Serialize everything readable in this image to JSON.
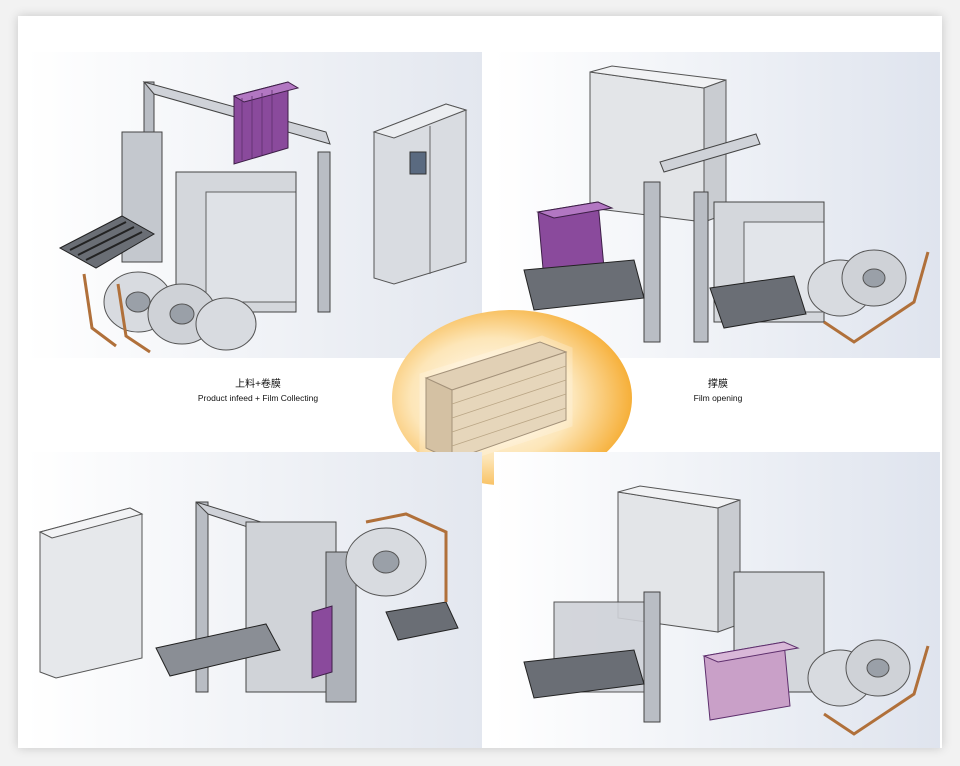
{
  "stages": [
    {
      "id": "infeed",
      "label_zh": "上料+卷膜",
      "label_en": "Product infeed + Film Collecting"
    },
    {
      "id": "opening",
      "label_zh": "撑膜",
      "label_en": "Film opening"
    }
  ],
  "colors": {
    "accent_purple": "#8a4a9c",
    "center_glow": "#f5a623",
    "machine_gray": "#c9ccd1",
    "belt_dark": "#3a3d42",
    "bracket_orange": "#b0703a"
  }
}
